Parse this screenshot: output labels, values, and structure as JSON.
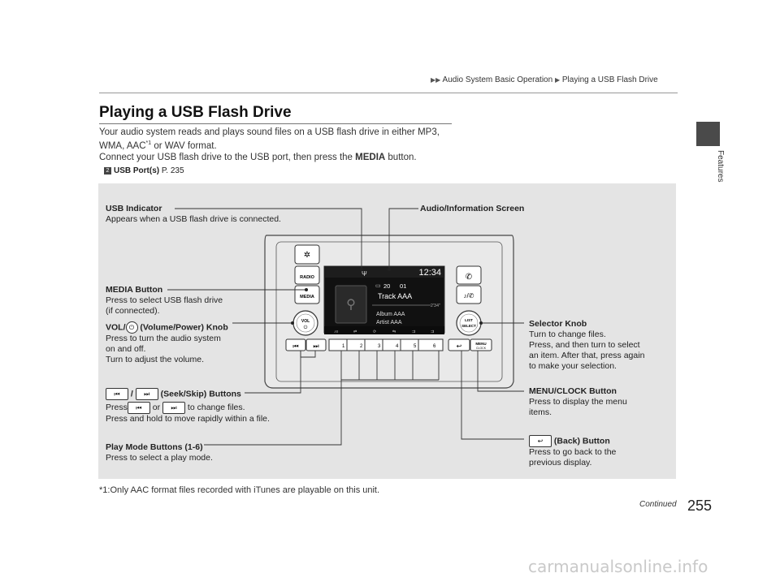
{
  "breadcrumb": {
    "parent": "Audio System Basic Operation",
    "current": "Playing a USB Flash Drive"
  },
  "side_tab": "Features",
  "title": "Playing a USB Flash Drive",
  "intro": {
    "line1": "Your audio system reads and plays sound files on a USB flash drive in either MP3,",
    "line2_a": "WMA, AAC",
    "line2_sup": "*1",
    "line2_b": " or WAV format.",
    "line3_a": "Connect your USB flash drive to the USB port, then press the ",
    "line3_bold": "MEDIA",
    "line3_b": " button."
  },
  "xref": {
    "label": "USB Port(s)",
    "page": "P. 235"
  },
  "callouts": {
    "usb_indicator": {
      "title": "USB Indicator",
      "desc": "Appears when a USB flash drive is connected."
    },
    "audio_screen": {
      "title": "Audio/Information Screen"
    },
    "media_button": {
      "title": "MEDIA Button",
      "desc1": "Press to select USB flash drive",
      "desc2": "(if connected)."
    },
    "vol_knob": {
      "title_a": "VOL/",
      "title_b": " (Volume/Power) Knob",
      "desc1": "Press to turn the audio system",
      "desc2": "on and off.",
      "desc3": "Turn to adjust the volume."
    },
    "seek_skip": {
      "title": " (Seek/Skip) Buttons",
      "desc1_a": "Press ",
      "desc1_or": " or ",
      "desc1_b": " to change files.",
      "desc2": "Press and hold to move rapidly within a file."
    },
    "play_mode": {
      "title": "Play Mode Buttons (1-6)",
      "desc": "Press to select a play mode."
    },
    "selector": {
      "title": "Selector Knob",
      "desc1": "Turn to change files.",
      "desc2": "Press, and then turn to select",
      "desc3": "an item. After that, press again",
      "desc4": "to make your selection."
    },
    "menu_clock": {
      "title": "MENU/CLOCK Button",
      "desc1": "Press to display the menu",
      "desc2": "items."
    },
    "back": {
      "title": " (Back) Button",
      "desc1": "Press to go back to the",
      "desc2": "previous display."
    }
  },
  "screen": {
    "clock": "12:34",
    "folder": "20",
    "track_no": "01",
    "track": "Track AAA",
    "elapsed": "2'34\"",
    "album": "Album AAA",
    "artist": "Artist AAA"
  },
  "unit_buttons": {
    "radio": "RADIO",
    "media": "MEDIA",
    "vol": "VOL",
    "list": "LIST",
    "select": "SELECT",
    "menu": "MENU",
    "clock": "CLOCK",
    "presets": [
      "1",
      "2",
      "3",
      "4",
      "5",
      "6"
    ]
  },
  "footnote": "*1:Only AAC format files recorded with iTunes are playable on this unit.",
  "continued": "Continued",
  "page_number": "255",
  "watermark": "carmanualsonline.info"
}
